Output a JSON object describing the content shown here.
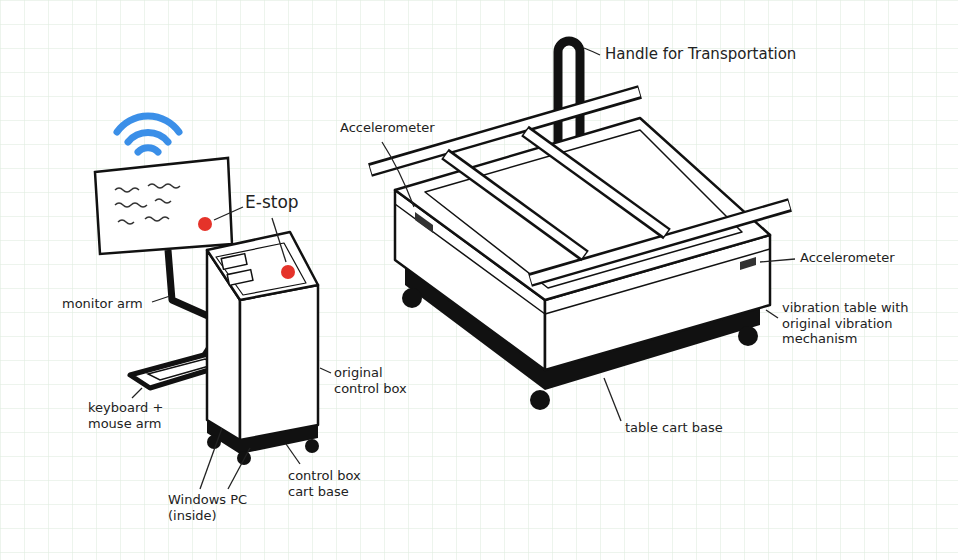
{
  "diagram": {
    "labels": [
      "Handle for Transportation",
      "Accelerometer",
      "E-stop",
      "Accelerometer",
      "monitor arm",
      "original control box",
      "vibration table with original vibration mechanism",
      "keyboard + mouse arm",
      "table cart base",
      "control box cart base",
      "Windows PC (inside)"
    ]
  }
}
